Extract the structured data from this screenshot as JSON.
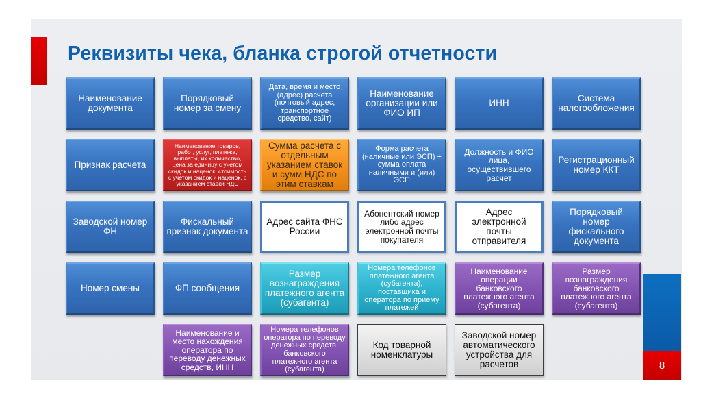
{
  "slide": {
    "title": "Реквизиты  чека, бланка строгой  отчетности",
    "page_number": "8",
    "colors": {
      "title": "#1160ab",
      "accent_red": "#e60000",
      "accent_blue": "#0b5aa6",
      "box_blue": "#3873c0",
      "box_red": "#c92626",
      "box_orange": "#f6921e",
      "box_teal": "#2fb4cf",
      "box_purple": "#8354b2",
      "box_white_border": "#4a7dbb",
      "box_gray": "#dedede"
    }
  },
  "boxes": [
    {
      "row": 1,
      "col": 1,
      "style": "blue",
      "text": "Наименование документа"
    },
    {
      "row": 1,
      "col": 2,
      "style": "blue",
      "text": "Порядковый номер за смену"
    },
    {
      "row": 1,
      "col": 3,
      "style": "blue",
      "text": "Дата, время и место (адрес) расчета (почтовый адрес, транспортное средство, сайт)"
    },
    {
      "row": 1,
      "col": 4,
      "style": "blue",
      "text": "Наименование организации или ФИО ИП"
    },
    {
      "row": 1,
      "col": 5,
      "style": "blue",
      "text": "ИНН"
    },
    {
      "row": 1,
      "col": 6,
      "style": "blue",
      "text": "Система налогообложения"
    },
    {
      "row": 2,
      "col": 1,
      "style": "blue",
      "text": "Признак расчета"
    },
    {
      "row": 2,
      "col": 2,
      "style": "red",
      "text": "Наименование товаров, работ, услуг, платежа, выплаты, их количество, цена за единицу с учетом скидок и наценок, стоимость с учетом скидок и наценок, с указанием ставки НДС"
    },
    {
      "row": 2,
      "col": 3,
      "style": "orange",
      "text": "Сумма расчета с отдельным указанием  ставок и сумм НДС по этим ставкам"
    },
    {
      "row": 2,
      "col": 4,
      "style": "blue",
      "text": "Форма расчета (наличные или ЭСП) + сумма оплата наличными и (или) ЭСП"
    },
    {
      "row": 2,
      "col": 5,
      "style": "blue",
      "text": "Должность  и ФИО лица, осуществившего расчет"
    },
    {
      "row": 2,
      "col": 6,
      "style": "blue",
      "text": "Регистрационный номер ККТ"
    },
    {
      "row": 3,
      "col": 1,
      "style": "blue",
      "text": "Заводской номер ФН"
    },
    {
      "row": 3,
      "col": 2,
      "style": "blue",
      "text": "Фискальный признак документа"
    },
    {
      "row": 3,
      "col": 3,
      "style": "white",
      "text": "Адрес сайта ФНС России"
    },
    {
      "row": 3,
      "col": 4,
      "style": "white",
      "text": "Абонентский  номер либо  адрес электронной  почты покупателя"
    },
    {
      "row": 3,
      "col": 5,
      "style": "white",
      "text": "Адрес электронной почты отправителя"
    },
    {
      "row": 3,
      "col": 6,
      "style": "blue",
      "text": "Порядковый номер фискального документа"
    },
    {
      "row": 4,
      "col": 1,
      "style": "blue",
      "text": "Номер смены"
    },
    {
      "row": 4,
      "col": 2,
      "style": "blue",
      "text": "ФП сообщения"
    },
    {
      "row": 4,
      "col": 3,
      "style": "teal",
      "text": "Размер вознаграждения платежного агента (субагента)"
    },
    {
      "row": 4,
      "col": 4,
      "style": "teal",
      "text": "Номера телефонов платежного агента (субагента), поставщика и оператора по приему платежей"
    },
    {
      "row": 4,
      "col": 5,
      "style": "purple",
      "text": "Наименование операции банковского платежного  агента (субагента)"
    },
    {
      "row": 4,
      "col": 6,
      "style": "purple",
      "text": "Размер вознаграждения банковского платежного  агента (субагента)"
    },
    {
      "row": 5,
      "col": 2,
      "style": "purple",
      "text": "Наименование  и место нахождения оператора по переводу денежных средств, ИНН"
    },
    {
      "row": 5,
      "col": 3,
      "style": "purple",
      "text": "Номера телефонов оператора по переводу денежных средств, банковского платежного агента (субагента)"
    },
    {
      "row": 5,
      "col": 4,
      "style": "gray",
      "text": "Код товарной номенклатуры"
    },
    {
      "row": 5,
      "col": 5,
      "style": "gray",
      "text": "Заводской номер автоматического устройства для расчетов"
    }
  ]
}
